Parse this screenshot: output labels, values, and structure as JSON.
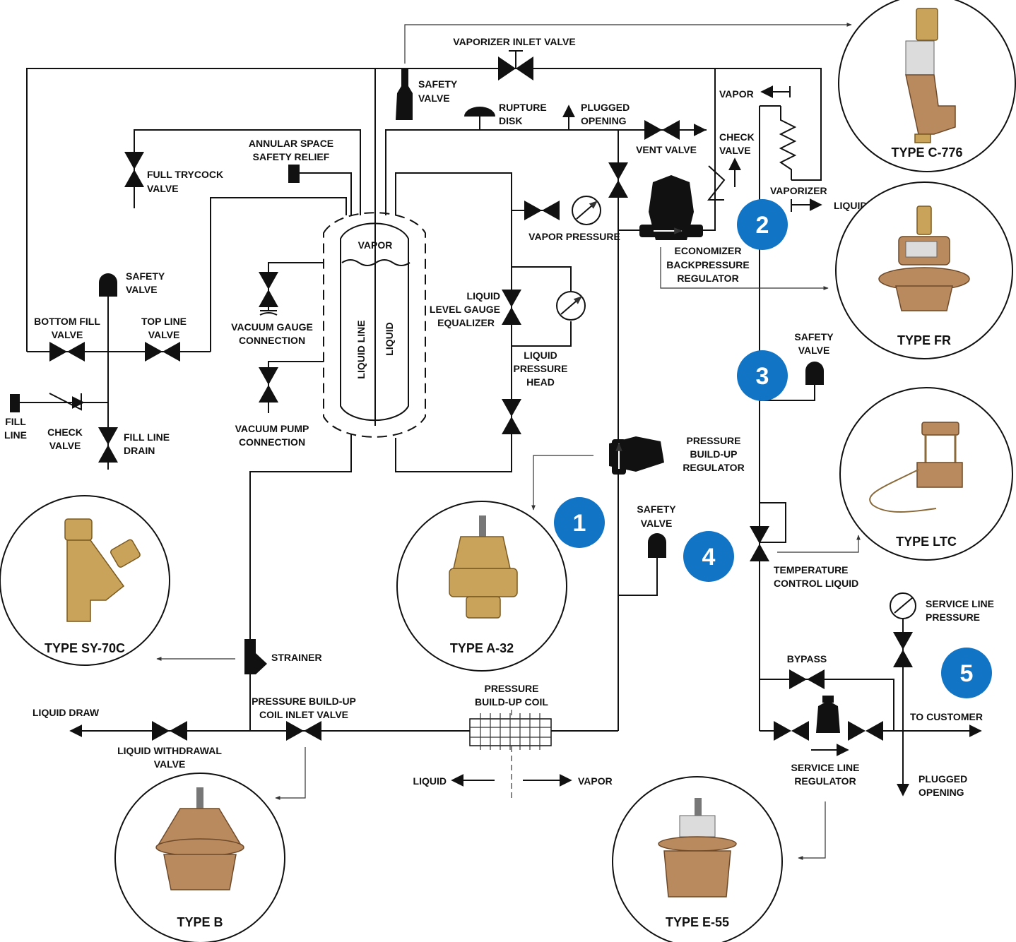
{
  "labels": {
    "vaporizer_inlet_valve": "VAPORIZER INLET VALVE",
    "safety_valve": [
      "SAFETY",
      "VALVE"
    ],
    "rupture_disk": [
      "RUPTURE",
      "DISK"
    ],
    "plugged_opening_top": [
      "PLUGGED",
      "OPENING"
    ],
    "vent_valve": "VENT VALVE",
    "vapor_top": "VAPOR",
    "check_valve_top": [
      "CHECK",
      "VALVE"
    ],
    "vaporizer": "VAPORIZER",
    "liquid_right": "LIQUID",
    "annular_space": [
      "ANNULAR SPACE",
      "SAFETY RELIEF"
    ],
    "full_trycock": [
      "FULL TRYCOCK",
      "VALVE"
    ],
    "tank_vapor": "VAPOR",
    "tank_liquid_line": "LIQUID LINE",
    "tank_liquid": "LIQUID",
    "vapor_pressure": "VAPOR PRESSURE",
    "economizer": [
      "ECONOMIZER",
      "BACKPRESSURE",
      "REGULATOR"
    ],
    "liquid_level_gauge": [
      "LIQUID",
      "LEVEL GAUGE",
      "EQUALIZER"
    ],
    "liquid_pressure_head": [
      "LIQUID",
      "PRESSURE",
      "HEAD"
    ],
    "vacuum_gauge": [
      "VACUUM GAUGE",
      "CONNECTION"
    ],
    "vacuum_pump": [
      "VACUUM PUMP",
      "CONNECTION"
    ],
    "safety_valve_left": [
      "SAFETY",
      "VALVE"
    ],
    "bottom_fill_valve": [
      "BOTTOM FILL",
      "VALVE"
    ],
    "top_line_valve": [
      "TOP LINE",
      "VALVE"
    ],
    "fill_line": [
      "FILL",
      "LINE"
    ],
    "check_valve_left": [
      "CHECK",
      "VALVE"
    ],
    "fill_line_drain": [
      "FILL LINE",
      "DRAIN"
    ],
    "pressure_buildup_regulator": [
      "PRESSURE",
      "BUILD-UP",
      "REGULATOR"
    ],
    "safety_valve_mid": [
      "SAFETY",
      "VALVE"
    ],
    "safety_valve_right": [
      "SAFETY",
      "VALVE"
    ],
    "temperature_control": [
      "TEMPERATURE",
      "CONTROL LIQUID"
    ],
    "service_line_pressure": [
      "SERVICE LINE",
      "PRESSURE"
    ],
    "bypass": "BYPASS",
    "to_customer": "TO CUSTOMER",
    "service_line_regulator": [
      "SERVICE LINE",
      "REGULATOR"
    ],
    "plugged_opening_bottom": [
      "PLUGGED",
      "OPENING"
    ],
    "strainer": "STRAINER",
    "liquid_draw": "LIQUID DRAW",
    "liquid_withdrawal_valve": [
      "LIQUID WITHDRAWAL",
      "VALVE"
    ],
    "pbu_coil_inlet_valve": [
      "PRESSURE BUILD-UP",
      "COIL INLET VALVE"
    ],
    "pbu_coil": [
      "PRESSURE",
      "BUILD-UP COIL"
    ],
    "liquid_bottom": "LIQUID",
    "vapor_bottom": "VAPOR"
  },
  "products": {
    "c776": "TYPE C-776",
    "fr": "TYPE FR",
    "ltc": "TYPE LTC",
    "sy70c": "TYPE SY-70C",
    "a32": "TYPE A-32",
    "b": "TYPE B",
    "e55": "TYPE E-55"
  },
  "badges": [
    "1",
    "2",
    "3",
    "4",
    "5"
  ],
  "colors": {
    "badge": "#1274c4",
    "line": "#111111",
    "brass": "#c9a35a",
    "bronze": "#b98a5e"
  }
}
